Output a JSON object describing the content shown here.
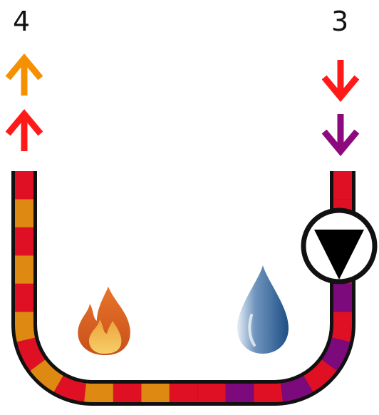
{
  "outlet": {
    "count": "4",
    "arrow_direction": "up",
    "arrows": [
      {
        "color": "#f59100"
      },
      {
        "color": "#ff1a1a"
      }
    ]
  },
  "inlet": {
    "count": "3",
    "arrow_direction": "down",
    "arrows": [
      {
        "color": "#ff1a1a"
      },
      {
        "color": "#8c0a7d"
      }
    ]
  },
  "pipe": {
    "outline_color": "#111111",
    "segments": [
      "red",
      "orange",
      "red",
      "orange",
      "red",
      "orange",
      "red",
      "orange",
      "red",
      "orange",
      "red",
      "orange",
      "red",
      "red",
      "purple",
      "red",
      "purple",
      "red",
      "purple",
      "red",
      "purple",
      "red",
      "purple",
      "red",
      "red"
    ]
  },
  "colors": {
    "red": "#e01024",
    "orange": "#de8a12",
    "purple": "#7d0a7d"
  },
  "pump": {
    "icon": "down-triangle-valve-icon"
  },
  "heat_source": {
    "icon": "fire-icon"
  },
  "water_source": {
    "icon": "water-drop-icon"
  }
}
